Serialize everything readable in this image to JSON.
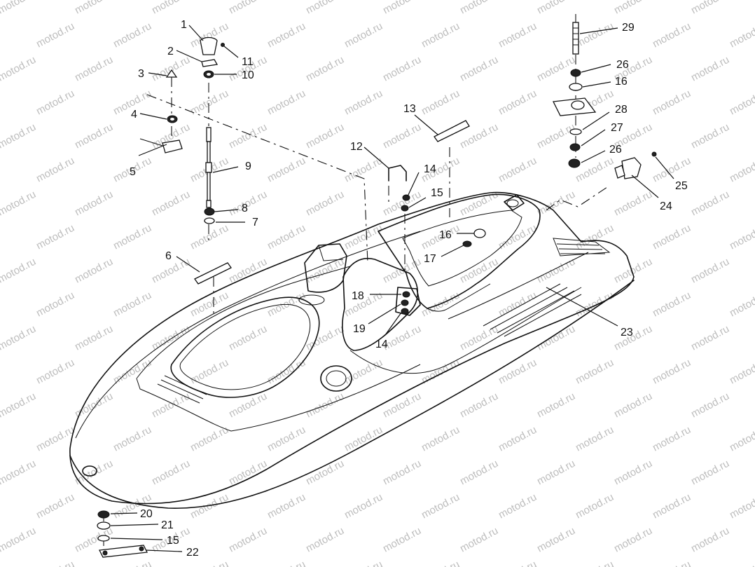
{
  "watermark": {
    "text": "motod.ru"
  },
  "callouts": [
    {
      "id": "c1",
      "text": "1"
    },
    {
      "id": "c2",
      "text": "2"
    },
    {
      "id": "c3",
      "text": "3"
    },
    {
      "id": "c4",
      "text": "4"
    },
    {
      "id": "c5",
      "text": "5"
    },
    {
      "id": "c6",
      "text": "6"
    },
    {
      "id": "c7",
      "text": "7"
    },
    {
      "id": "c8",
      "text": "8"
    },
    {
      "id": "c9",
      "text": "9"
    },
    {
      "id": "c10",
      "text": "10"
    },
    {
      "id": "c11",
      "text": "11"
    },
    {
      "id": "c12",
      "text": "12"
    },
    {
      "id": "c13",
      "text": "13"
    },
    {
      "id": "c14a",
      "text": "14"
    },
    {
      "id": "c15a",
      "text": "15"
    },
    {
      "id": "c16a",
      "text": "16"
    },
    {
      "id": "c17",
      "text": "17"
    },
    {
      "id": "c18",
      "text": "18"
    },
    {
      "id": "c19",
      "text": "19"
    },
    {
      "id": "c14b",
      "text": "14"
    },
    {
      "id": "c20",
      "text": "20"
    },
    {
      "id": "c21",
      "text": "21"
    },
    {
      "id": "c15b",
      "text": "15"
    },
    {
      "id": "c22",
      "text": "22"
    },
    {
      "id": "c23",
      "text": "23"
    },
    {
      "id": "c24",
      "text": "24"
    },
    {
      "id": "c25",
      "text": "25"
    },
    {
      "id": "c26a",
      "text": "26"
    },
    {
      "id": "c27",
      "text": "27"
    },
    {
      "id": "c28",
      "text": "28"
    },
    {
      "id": "c16b",
      "text": "16"
    },
    {
      "id": "c26b",
      "text": "26"
    },
    {
      "id": "c29",
      "text": "29"
    }
  ]
}
